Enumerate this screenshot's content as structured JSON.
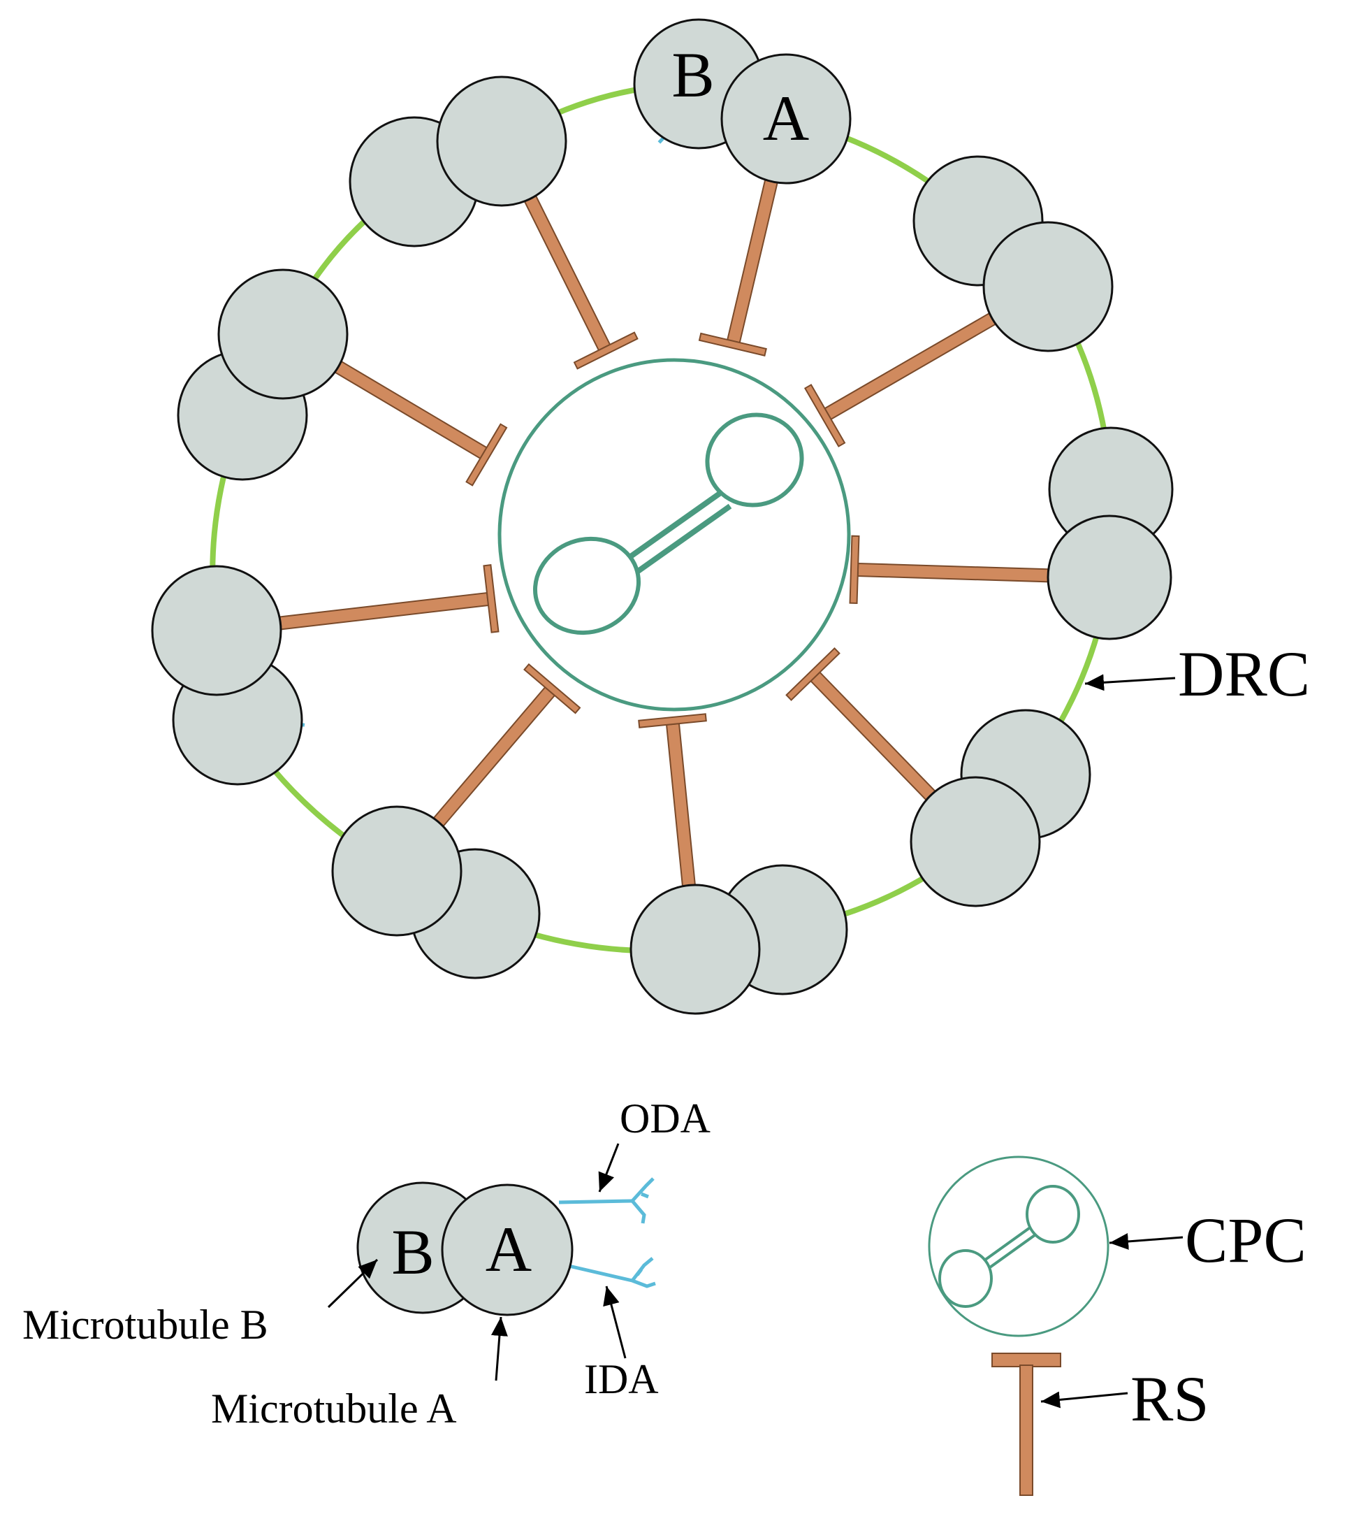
{
  "labels": {
    "drc": "DRC",
    "oda": "ODA",
    "ida": "IDA",
    "cpc": "CPC",
    "rs": "RS",
    "microtubule_a": "Microtubule A",
    "microtubule_b": "Microtubule B",
    "top_doublet_b": "B",
    "top_doublet_a": "A",
    "legend_doublet_b": "B",
    "legend_doublet_a": "A"
  },
  "colors": {
    "microtubule_fill": "#d0d9d6",
    "microtubule_stroke": "#111111",
    "radial_spoke": "#d08a5e",
    "radial_spoke_stroke": "#7a4a2a",
    "dynein_arm": "#5bbbd9",
    "nexin_link": "#8fcf4a",
    "central_pair": "#4a9a80",
    "arrow": "#000000"
  },
  "doublet_count": 9
}
